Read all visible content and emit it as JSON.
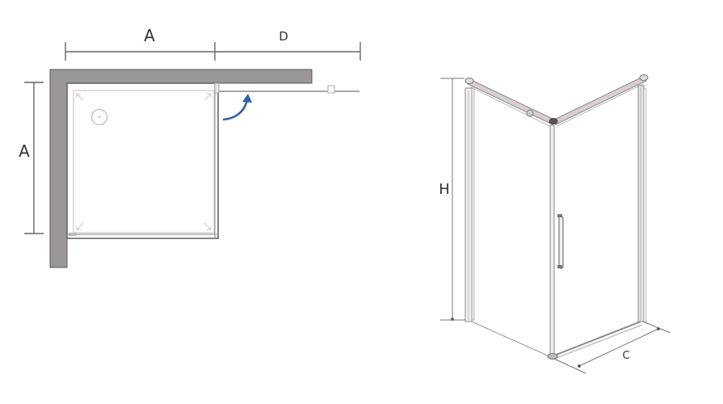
{
  "plan_view": {
    "labels": {
      "top_left_dim": "A",
      "top_right_dim": "D",
      "left_dim": "A"
    },
    "colors": {
      "wall": "#9b9797",
      "wall_border": "#5a5858",
      "frame": "#777777",
      "arrow": "#2f63a8",
      "dimension_line": "#666666"
    }
  },
  "perspective_view": {
    "labels": {
      "height_dim": "H",
      "depth_dim": "C"
    },
    "colors": {
      "profile": "#8a8a8a",
      "profile_highlight": "#b8a9ab"
    }
  }
}
